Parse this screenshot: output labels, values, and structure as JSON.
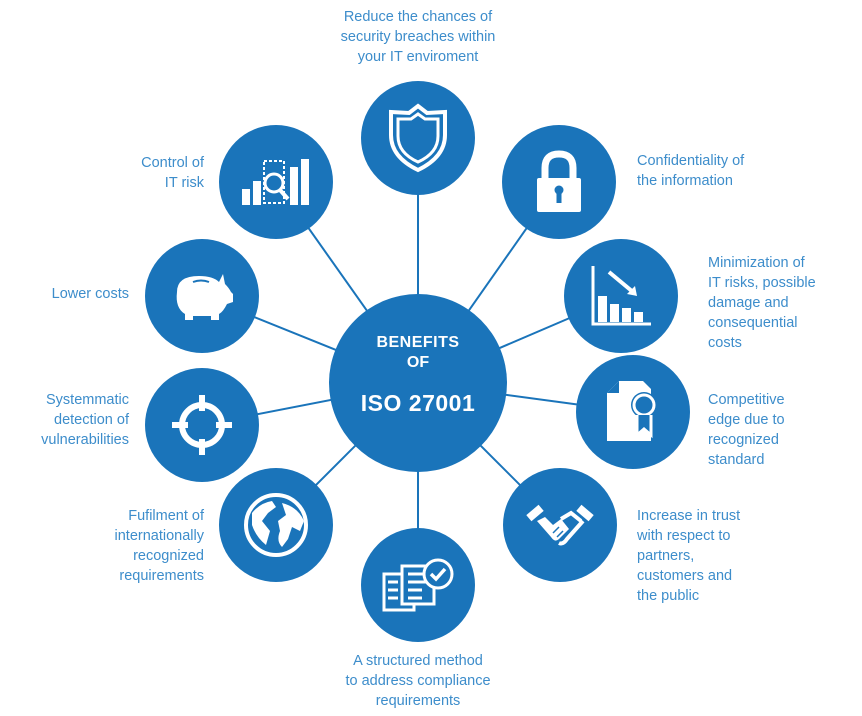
{
  "colors": {
    "accent": "#1a74ba",
    "text": "#3d8dcb",
    "background": "#ffffff"
  },
  "hub": {
    "line1": "BENEFITS",
    "line2": "OF",
    "line3": "ISO 27001"
  },
  "benefits": [
    {
      "icon": "shield-icon",
      "label": "Reduce the chances of security breaches within your IT enviroment",
      "lines": [
        "Reduce the chances of",
        "security breaches within",
        "your IT enviroment"
      ]
    },
    {
      "icon": "padlock-icon",
      "label": "Confidentiality of the information",
      "lines": [
        "Confidentiality of",
        "the information"
      ]
    },
    {
      "icon": "declining-chart-icon",
      "label": "Minimization of IT risks, possible damage and consequential costs",
      "lines": [
        "Minimization of",
        "IT risks, possible",
        "damage and",
        "consequential",
        "costs"
      ]
    },
    {
      "icon": "certificate-icon",
      "label": "Competitive edge due to recognized standard",
      "lines": [
        "Competitive",
        "edge due to",
        "recognized",
        "standard"
      ]
    },
    {
      "icon": "handshake-icon",
      "label": "Increase in trust with respect to partners, customers and the public",
      "lines": [
        "Increase in trust",
        "with respect to",
        "partners,",
        "customers and",
        "the public"
      ]
    },
    {
      "icon": "documents-check-icon",
      "label": "A structured method to address compliance requirements",
      "lines": [
        "A structured method",
        "to address compliance",
        "requirements"
      ]
    },
    {
      "icon": "globe-icon",
      "label": "Fufilment of internationally recognized requirements",
      "lines": [
        "Fufilment of",
        "internationally",
        "recognized",
        "requirements"
      ]
    },
    {
      "icon": "crosshair-icon",
      "label": "Systemmatic detection of vulnerabilities",
      "lines": [
        "Systemmatic",
        "detection of",
        "vulnerabilities"
      ]
    },
    {
      "icon": "piggy-bank-icon",
      "label": "Lower costs",
      "lines": [
        "Lower costs"
      ]
    },
    {
      "icon": "bar-chart-search-icon",
      "label": "Control of IT risk",
      "lines": [
        "Control of",
        "IT risk"
      ]
    }
  ]
}
